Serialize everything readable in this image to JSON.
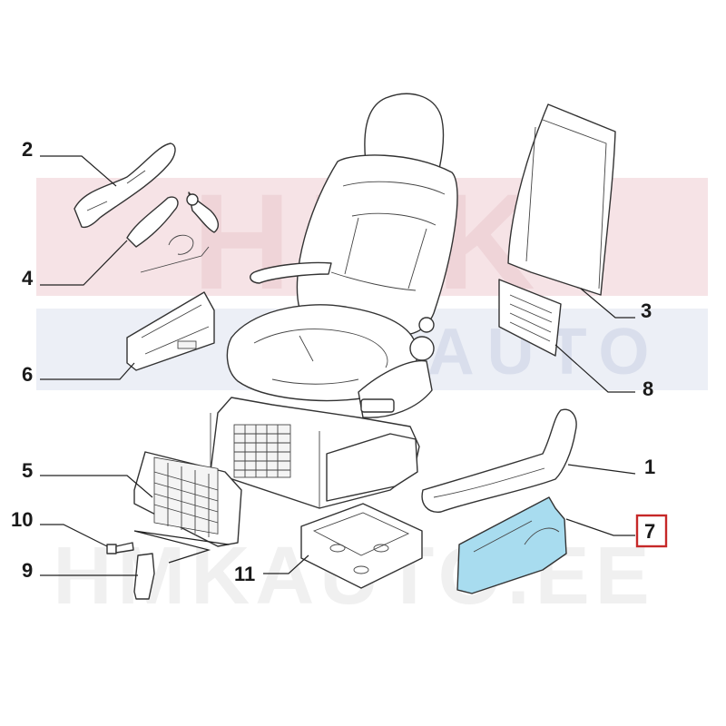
{
  "watermark": {
    "brand_top": "HMK",
    "brand_bottom": "HMKAUTO.EE",
    "brand_mid": "AUTO"
  },
  "callouts": [
    {
      "id": "1",
      "label": "1",
      "highlighted": false
    },
    {
      "id": "2",
      "label": "2",
      "highlighted": false
    },
    {
      "id": "3",
      "label": "3",
      "highlighted": false
    },
    {
      "id": "4",
      "label": "4",
      "highlighted": false
    },
    {
      "id": "5",
      "label": "5",
      "highlighted": false
    },
    {
      "id": "6",
      "label": "6",
      "highlighted": false
    },
    {
      "id": "7",
      "label": "7",
      "highlighted": true
    },
    {
      "id": "8",
      "label": "8",
      "highlighted": false
    },
    {
      "id": "9",
      "label": "9",
      "highlighted": false
    },
    {
      "id": "10",
      "label": "10",
      "highlighted": false
    },
    {
      "id": "11",
      "label": "11",
      "highlighted": false
    }
  ],
  "colors": {
    "highlight_box": "#c62828",
    "highlight_fill": "#a8dcef",
    "watermark_red": "#f2d2d6",
    "watermark_grey": "#eeeeee",
    "watermark_blue": "#e4e8f2"
  }
}
